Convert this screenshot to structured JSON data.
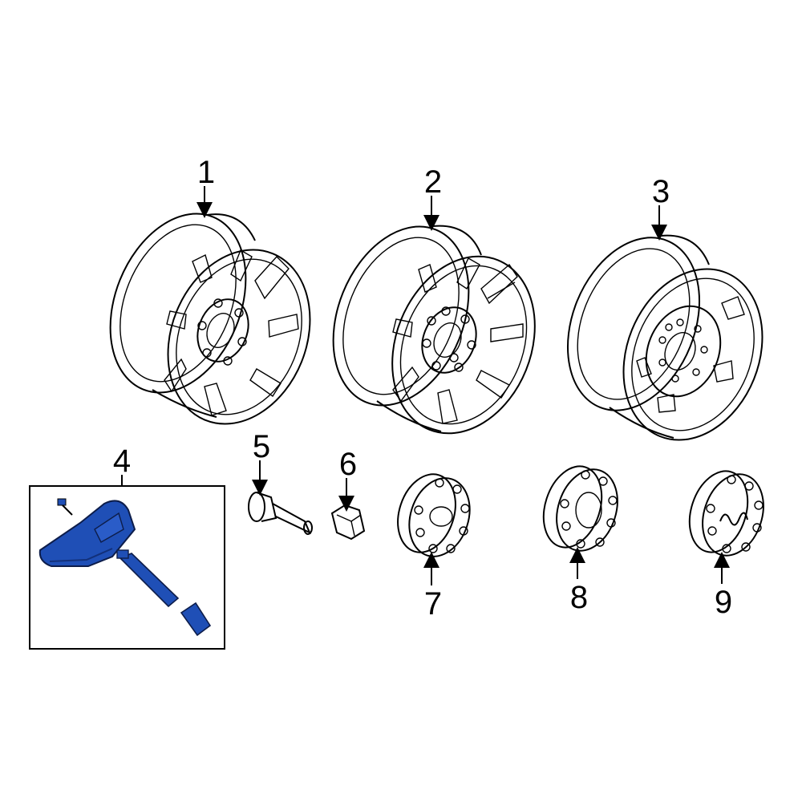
{
  "callouts": {
    "c1": "1",
    "c2": "2",
    "c3": "3",
    "c4": "4",
    "c5": "5",
    "c6": "6",
    "c7": "7",
    "c8": "8",
    "c9": "9"
  },
  "highlight_color": "#1f4fb6",
  "highlight_dark": "#12307a",
  "line_color": "#000000"
}
